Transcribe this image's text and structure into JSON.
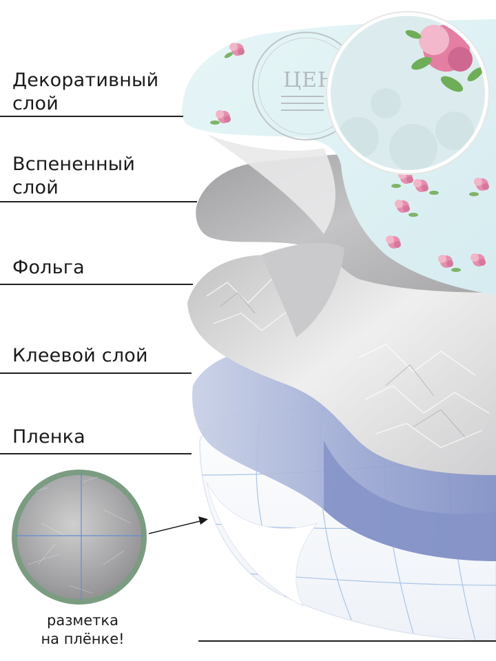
{
  "layers": [
    {
      "id": "decorative",
      "label": "Декоративный\nслой"
    },
    {
      "id": "foamed",
      "label": "Вспененный\nслой"
    },
    {
      "id": "foil",
      "label": "Фольга"
    },
    {
      "id": "adhesive",
      "label": "Клеевой слой"
    },
    {
      "id": "film",
      "label": "Пленка"
    }
  ],
  "brand": {
    "name": "ЦЕНТУРИОН"
  },
  "callout": {
    "line1": "разметка",
    "line2": "на плёнке!"
  },
  "colors": {
    "decor_bg": "#e3f3f5",
    "foam": "#b9b9bb",
    "foil": "#d9d9da",
    "adhesive": "#8f9dc8",
    "film": "#f6f8fb",
    "badge_ring": "#7b9c80",
    "grid_line": "#a9c4e4"
  },
  "icons": [
    "rose-icon",
    "leaf-icon",
    "arrow-icon"
  ]
}
